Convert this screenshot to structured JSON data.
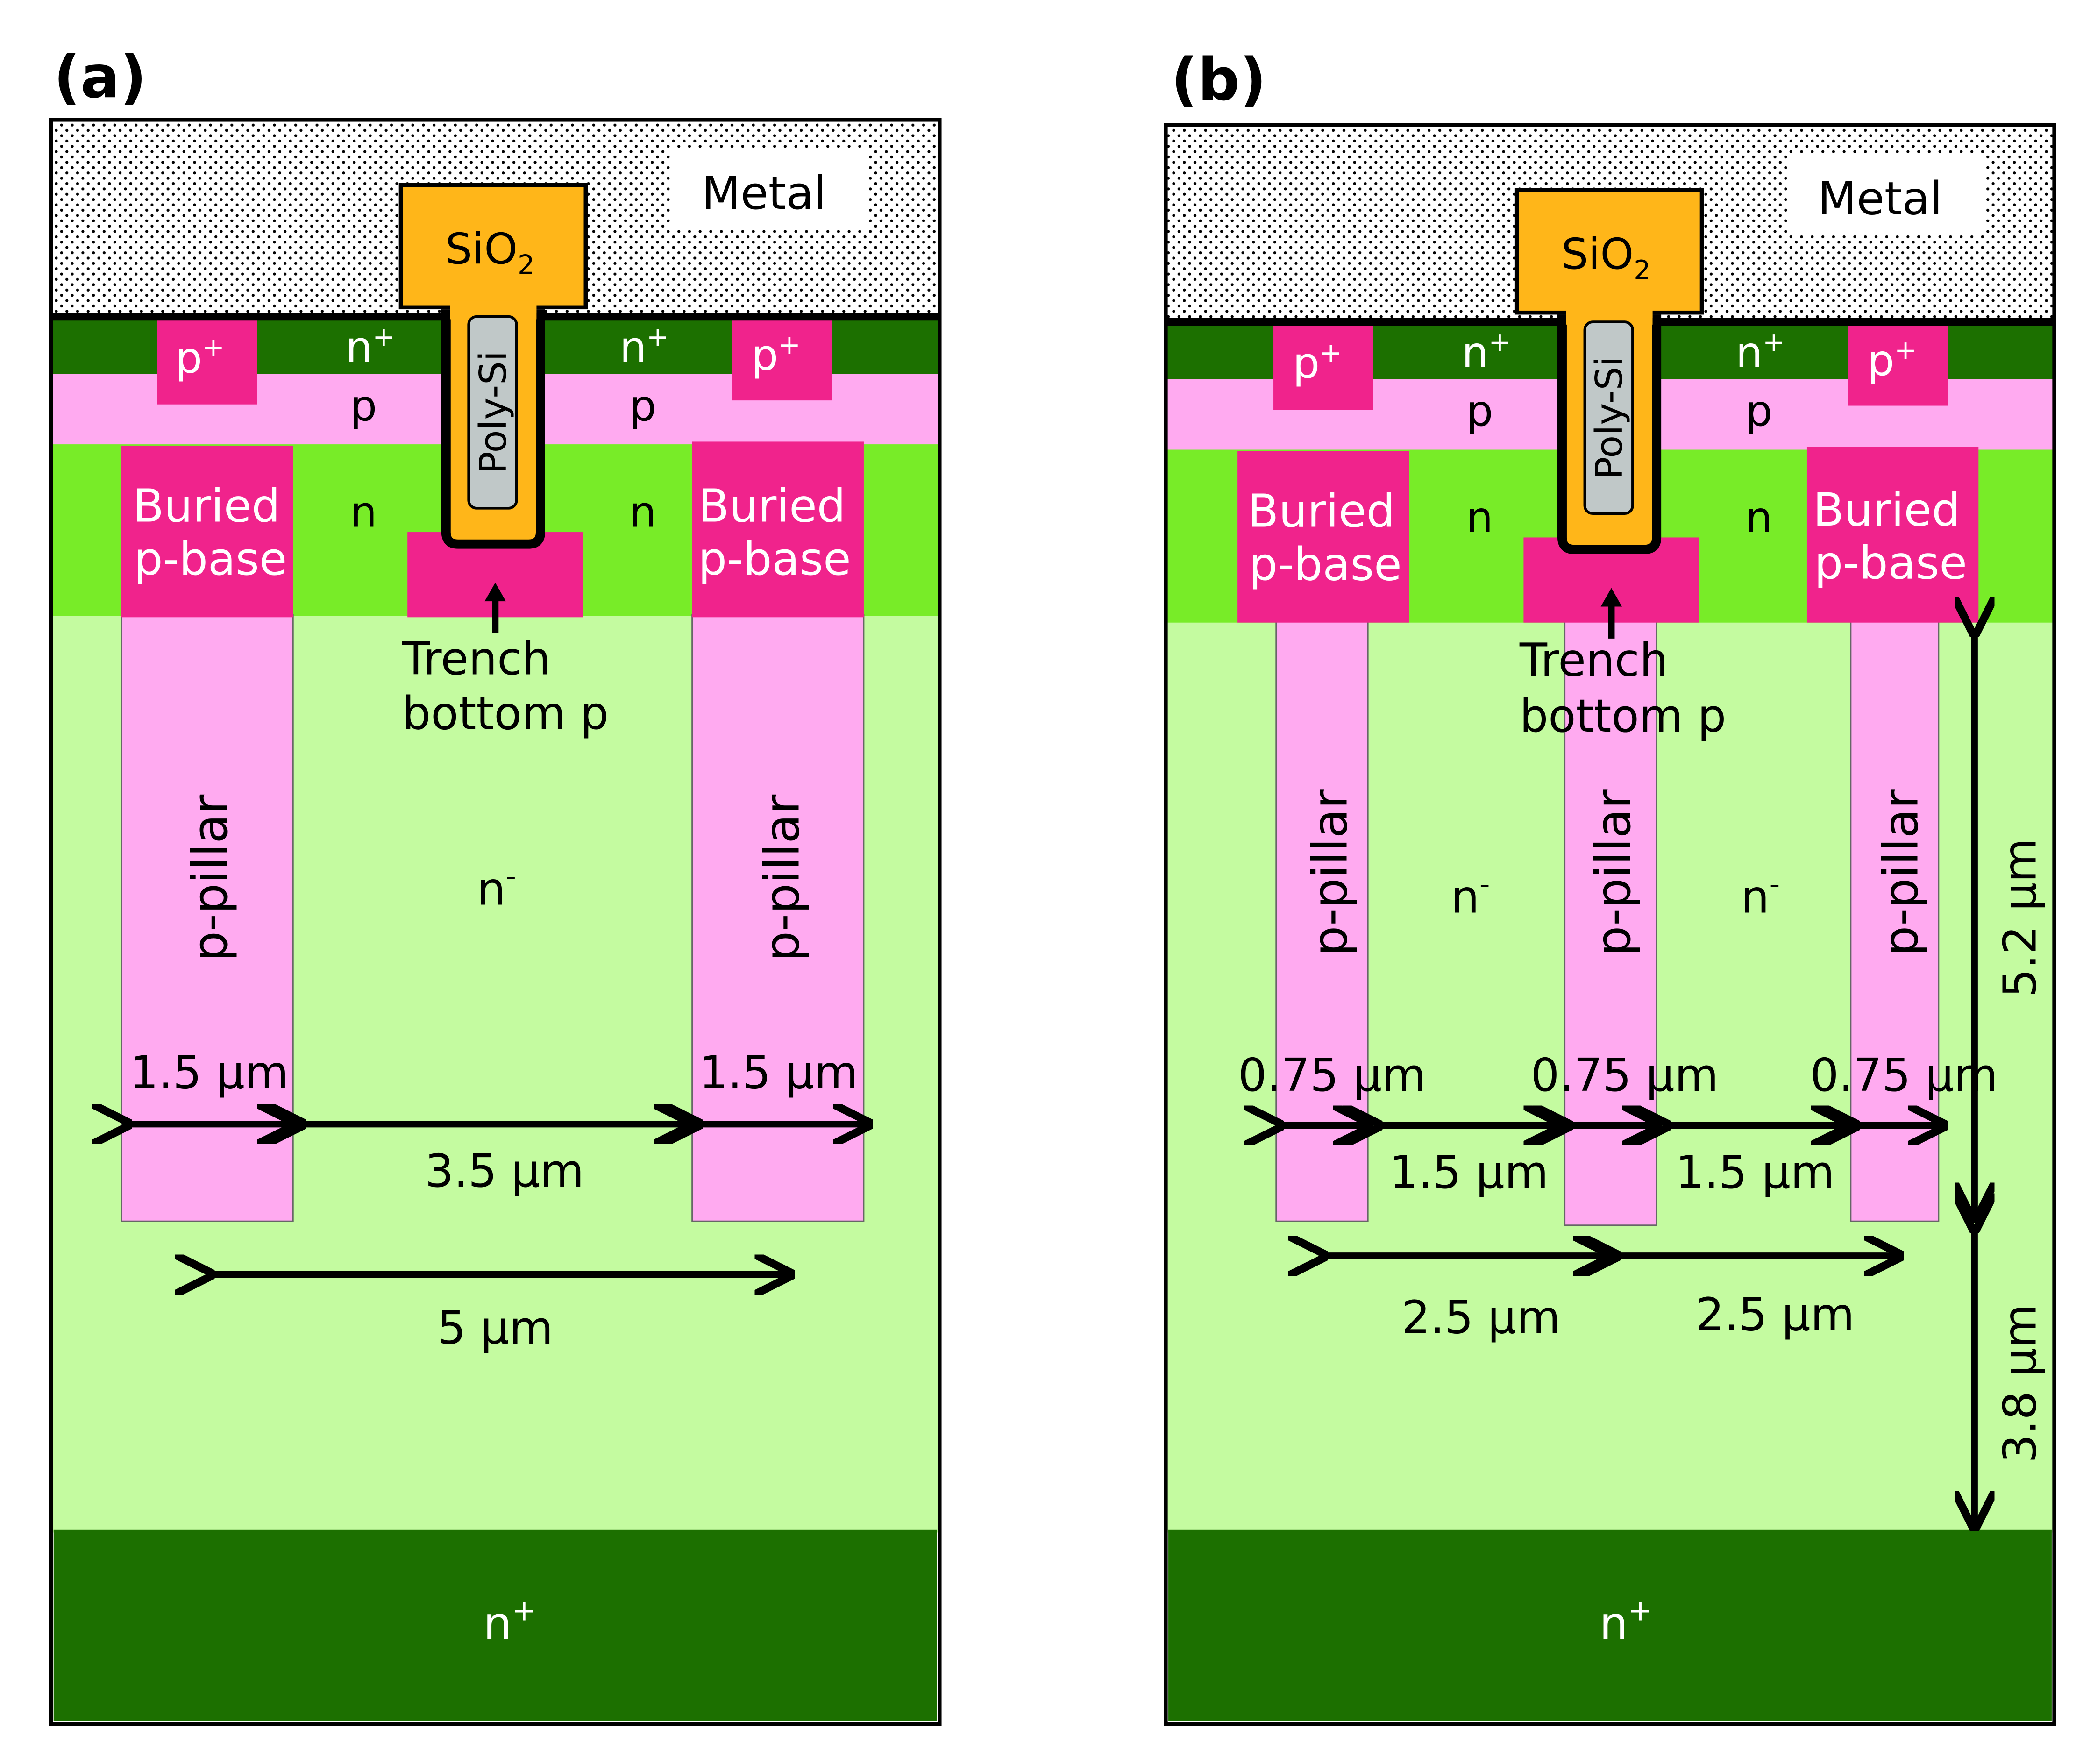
{
  "colors": {
    "metal_dots": "#000000",
    "n_plus": "#1c7000",
    "p_body": "#ffaaf0",
    "n_layer": "#78ec28",
    "n_minus": "#c4fba0",
    "p_plus": "#f0238c",
    "sio2": "#ffb619",
    "poly_si": "#c0c8c8"
  },
  "panel_a": {
    "label": "(a)",
    "metal": "Metal",
    "sio2": "SiO",
    "sio2_sub": "2",
    "poly_si": "Poly-Si",
    "p_plus_left": "p",
    "p_plus_right": "p",
    "plus_sup": "+",
    "n_plus_left": "n",
    "n_plus_right": "n",
    "p_left": "p",
    "p_right": "p",
    "n_left": "n",
    "n_right": "n",
    "buried_line1": "Buried",
    "buried_line2": "p-base",
    "trench_line1": "Trench",
    "trench_line2": "bottom  p",
    "pillar": "p-pillar",
    "n_minus": "n",
    "minus_sup": "-",
    "dim_pillar": "1.5 μm",
    "dim_gap": "3.5 μm",
    "dim_pitch": "5 μm",
    "substrate": "n",
    "substrate_sup": "+"
  },
  "panel_b": {
    "label": "(b)",
    "metal": "Metal",
    "sio2": "SiO",
    "sio2_sub": "2",
    "poly_si": "Poly-Si",
    "p_plus_left": "p",
    "p_plus_right": "p",
    "plus_sup": "+",
    "n_plus_left": "n",
    "n_plus_right": "n",
    "p_left": "p",
    "p_right": "p",
    "n_left": "n",
    "n_right": "n",
    "buried_line1": "Buried",
    "buried_line2": "p-base",
    "trench_line1": "Trench",
    "trench_line2": "bottom  p",
    "pillar": "p-pillar",
    "n_minus": "n",
    "minus_sup": "-",
    "dim_pillar": "0.75 μm",
    "dim_gap": "1.5 μm",
    "dim_pitch": "2.5 μm",
    "dim_upper_depth": "5.2 μm",
    "dim_lower_depth": "3.8 μm",
    "substrate": "n",
    "substrate_sup": "+"
  }
}
